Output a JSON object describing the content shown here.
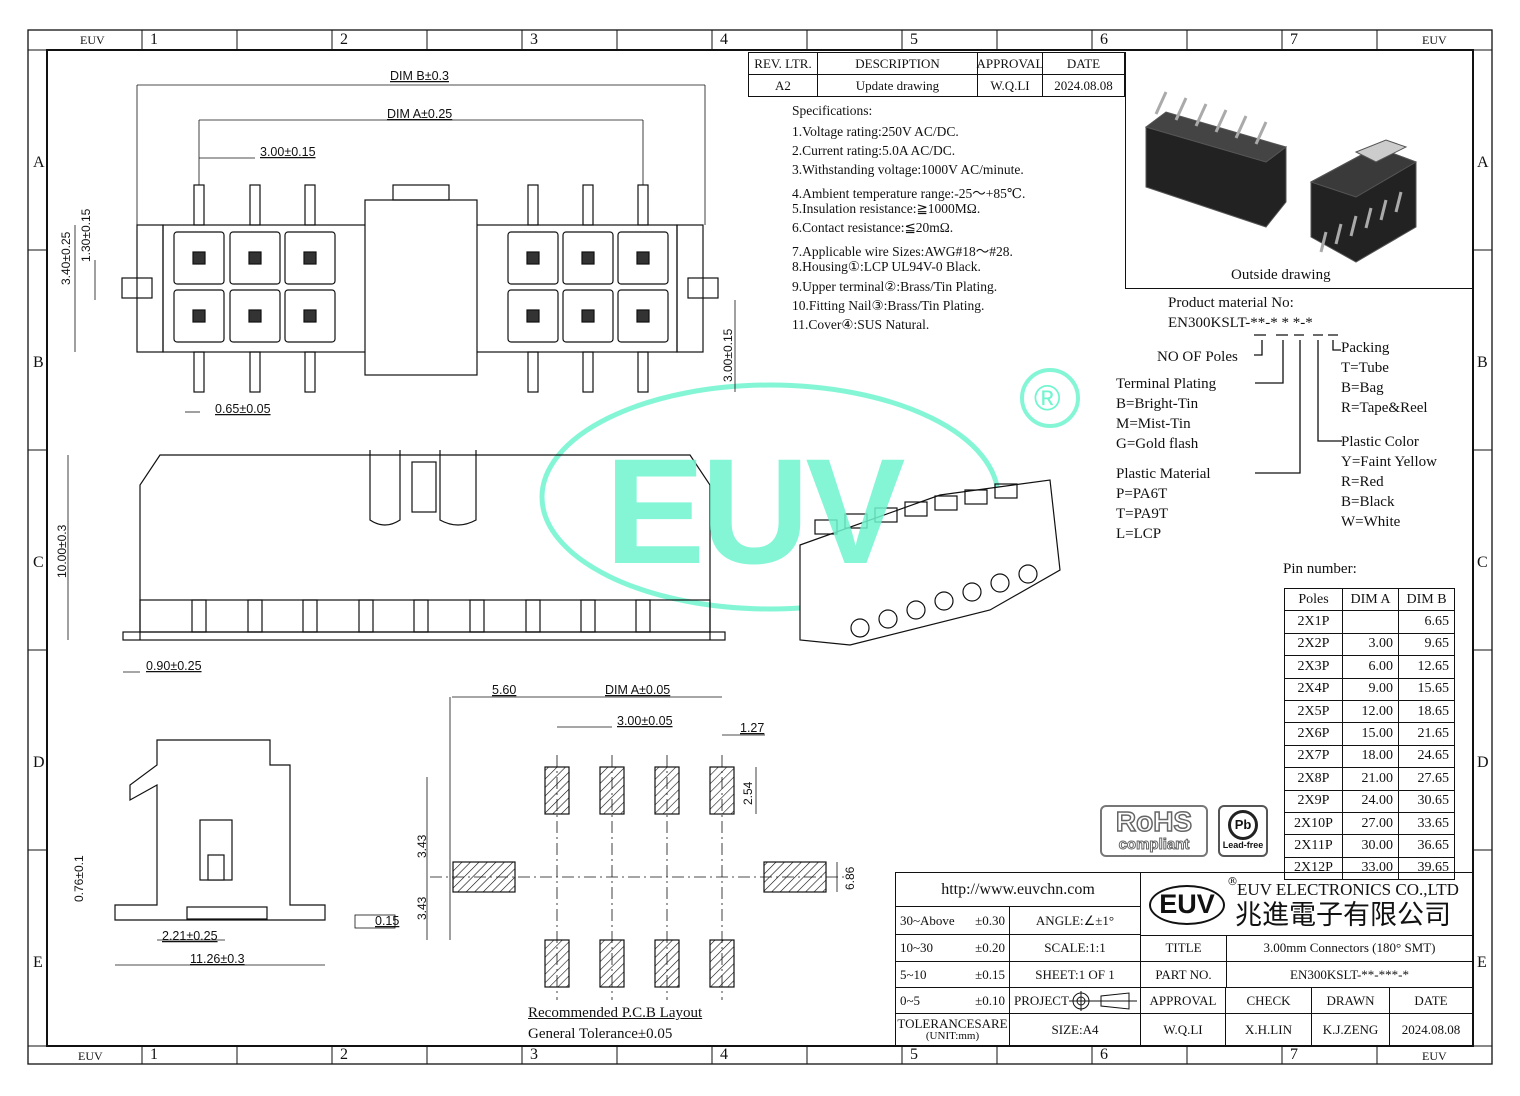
{
  "frame": {
    "columns": [
      "1",
      "2",
      "3",
      "4",
      "5",
      "6",
      "7"
    ],
    "rows": [
      "A",
      "B",
      "C",
      "D",
      "E"
    ],
    "corner_label": "EUV"
  },
  "revision": {
    "headers": [
      "REV. LTR.",
      "DESCRIPTION",
      "APPROVAL",
      "DATE"
    ],
    "row": [
      "A2",
      "Update drawing",
      "W.Q.LI",
      "2024.08.08"
    ]
  },
  "specifications": {
    "title": "Specifications:",
    "items": [
      "1.Voltage rating:250V AC/DC.",
      "2.Current rating:5.0A AC/DC.",
      "3.Withstanding voltage:1000V AC/minute.",
      "4.Ambient temperature range:-25～+85℃.",
      "5.Insulation resistance:≧1000MΩ.",
      "6.Contact resistance:≦20mΩ.",
      "7.Applicable wire Sizes:AWG#18～#28.",
      "8.Housing①:LCP UL94V-0 Black.",
      "9.Upper terminal②:Brass/Tin Plating.",
      "10.Fitting Nail③:Brass/Tin Plating.",
      "11.Cover④:SUS Natural."
    ]
  },
  "outside_drawing_label": "Outside drawing",
  "product_no": {
    "title": "Product material No:",
    "code": "EN300KSLT-**-* * *-*",
    "poles": "NO OF Poles",
    "terminal": [
      "Terminal Plating",
      "B=Bright-Tin",
      "M=Mist-Tin",
      "G=Gold flash"
    ],
    "material": [
      "Plastic Material",
      "P=PA6T",
      "T=PA9T",
      "L=LCP"
    ],
    "packing": [
      "Packing",
      "T=Tube",
      "B=Bag",
      "R=Tape&Reel"
    ],
    "color": [
      "Plastic Color",
      "Y=Faint Yellow",
      "R=Red",
      "B=Black",
      "W=White"
    ]
  },
  "pin_table": {
    "title": "Pin number:",
    "headers": [
      "Poles",
      "DIM A",
      "DIM B"
    ],
    "rows": [
      [
        "2X1P",
        "",
        "6.65"
      ],
      [
        "2X2P",
        "3.00",
        "9.65"
      ],
      [
        "2X3P",
        "6.00",
        "12.65"
      ],
      [
        "2X4P",
        "9.00",
        "15.65"
      ],
      [
        "2X5P",
        "12.00",
        "18.65"
      ],
      [
        "2X6P",
        "15.00",
        "21.65"
      ],
      [
        "2X7P",
        "18.00",
        "24.65"
      ],
      [
        "2X8P",
        "21.00",
        "27.65"
      ],
      [
        "2X9P",
        "24.00",
        "30.65"
      ],
      [
        "2X10P",
        "27.00",
        "33.65"
      ],
      [
        "2X11P",
        "30.00",
        "36.65"
      ],
      [
        "2X12P",
        "33.00",
        "39.65"
      ]
    ]
  },
  "dims": {
    "dim_b": "DIM B±0.3",
    "dim_a": "DIM A±0.25",
    "pitch": "3.00±0.15",
    "h340": "3.40±0.25",
    "h130": "1.30±0.15",
    "w065": "0.65±0.05",
    "v300": "3.00±0.15",
    "h1000": "10.00±0.3",
    "w090": "0.90±0.25",
    "h076": "0.76±0.1",
    "w221": "2.21±0.25",
    "w1126": "11.26±0.3",
    "flat": "0.15",
    "pcb_560": "5.60",
    "pcb_dima": "DIM A±0.05",
    "pcb_pitch": "3.00±0.05",
    "pcb_127": "1.27",
    "pcb_254": "2.54",
    "pcb_343a": "3.43",
    "pcb_343b": "3.43",
    "pcb_686": "6.86"
  },
  "pcb_caption": "Recommended P.C.B Layout",
  "tolerance_caption": "General Tolerance±0.05",
  "badges": {
    "rohs": "RoHS",
    "compliant": "compliant",
    "pb": "Pb",
    "leadfree": "Lead-free"
  },
  "watermark": {
    "text": "EUV",
    "registered": "®",
    "color": "#6ff5cf"
  },
  "title_block": {
    "url": "http://www.euvchn.com",
    "logo": "EUV",
    "company_en": "EUV ELECTRONICS CO.,LTD",
    "company_cn": "兆進電子有限公司",
    "registered": "®",
    "tol": [
      [
        "30~Above",
        "±0.30"
      ],
      [
        "10~30",
        "±0.20"
      ],
      [
        "5~10",
        "±0.15"
      ],
      [
        "0~5",
        "±0.10"
      ]
    ],
    "angle": "ANGLE:∠±1°",
    "scale": "SCALE:1:1",
    "sheet": "SHEET:1 OF 1",
    "project": "PROJECT",
    "tolerances": "TOLERANCESARE",
    "unit": "(UNIT:mm)",
    "size": "SIZE:A4",
    "title_label": "TITLE",
    "title_value": "3.00mm Connectors (180° SMT)",
    "part_label": "PART NO.",
    "part_value": "EN300KSLT-**-***-*",
    "sign_headers": [
      "APPROVAL",
      "CHECK",
      "DRAWN",
      "DATE"
    ],
    "sign_values": [
      "W.Q.LI",
      "X.H.LIN",
      "K.J.ZENG",
      "2024.08.08"
    ]
  }
}
